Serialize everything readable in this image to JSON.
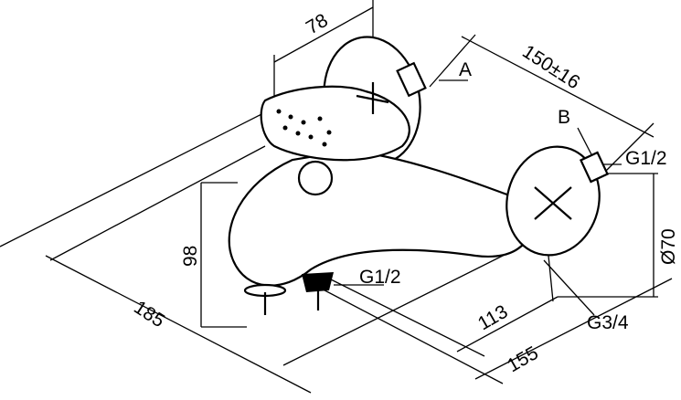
{
  "drawing": {
    "dimensions": {
      "handle_width": "78",
      "center_distance": "150±16",
      "height": "98",
      "depth": "185",
      "spout_to_wall": "113",
      "wall_to_outlet": "155",
      "flange_diameter": "Ø70"
    },
    "threads": {
      "inlet": "G1/2",
      "outlet": "G1/2",
      "connection": "G3/4"
    },
    "callouts": {
      "a": "A",
      "b": "B"
    }
  }
}
